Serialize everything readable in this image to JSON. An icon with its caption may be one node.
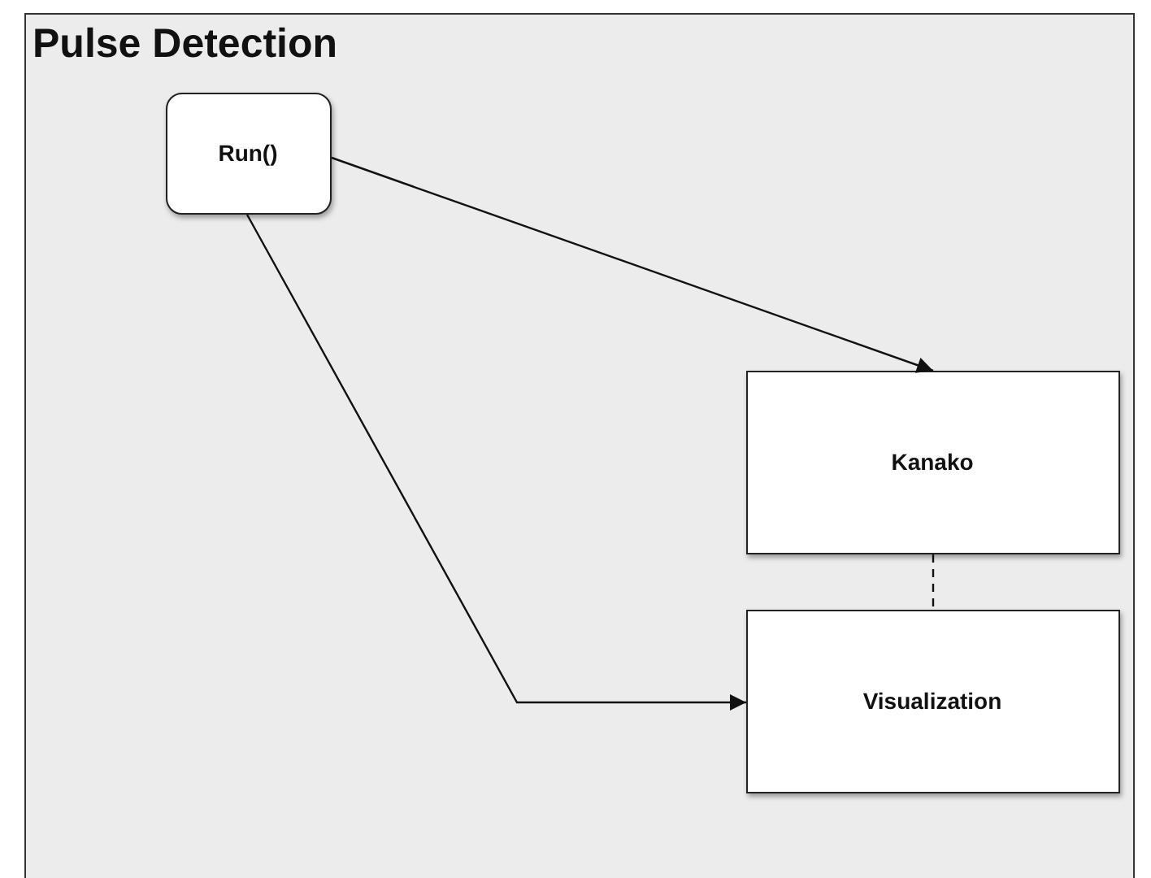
{
  "diagram": {
    "nodes": [
      {
        "text": [
          "Pulse Detection"
        ]
      },
      {
        "text": [
          "Run()"
        ],
        "in": 0
      },
      {
        "text": [
          "Kanako"
        ],
        "in": 0
      },
      {
        "text": [
          "Visualization"
        ],
        "in": 0
      }
    ],
    "edges": [
      {
        "from": 1,
        "to": 2,
        "arrow": "to"
      },
      {
        "from": 1,
        "to": 3,
        "arrow": "to"
      },
      {
        "from": 2,
        "to": 3,
        "arrow": "none",
        "style": "dashed"
      }
    ]
  }
}
